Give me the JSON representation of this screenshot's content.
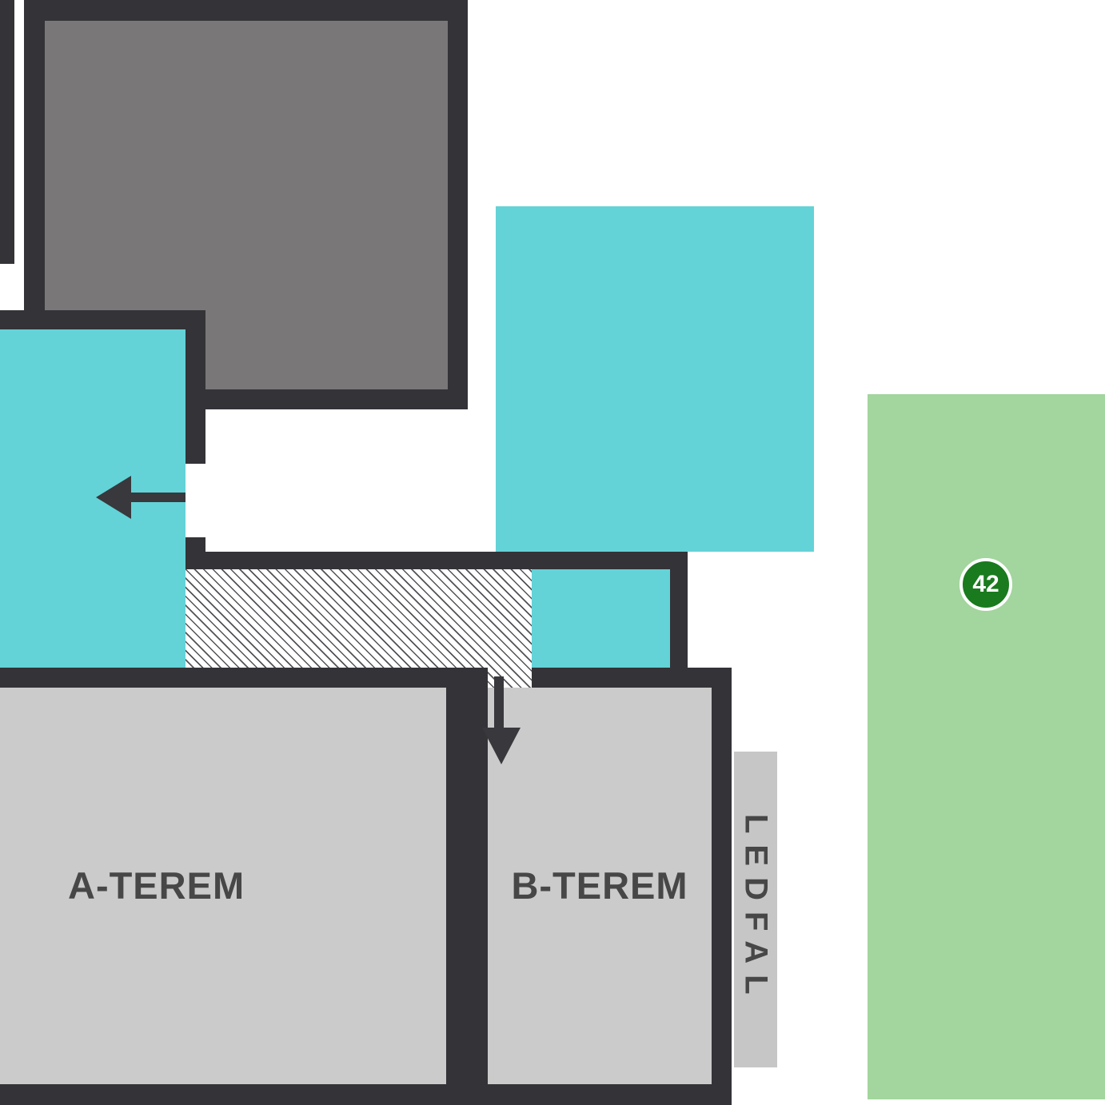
{
  "rooms": {
    "a_terem": {
      "label": "A-TEREM"
    },
    "b_terem": {
      "label": "B-TEREM"
    },
    "ledfal": {
      "label": "LEDFAL"
    }
  },
  "marker": {
    "value": "42"
  },
  "icons": {
    "left_arrow": "arrow-left-icon",
    "down_arrow": "arrow-down-icon"
  },
  "colors": {
    "wall": "#333338",
    "gray_room": "#7a7778",
    "cyan": "#63d3d7",
    "light_room": "#cbcbcb",
    "ledfal": "#c6c6c6",
    "green": "#a3d59e",
    "badge_green": "#1a7a1e",
    "badge_text": "#ffffff",
    "label": "#474747",
    "arrow": "#38383d"
  }
}
